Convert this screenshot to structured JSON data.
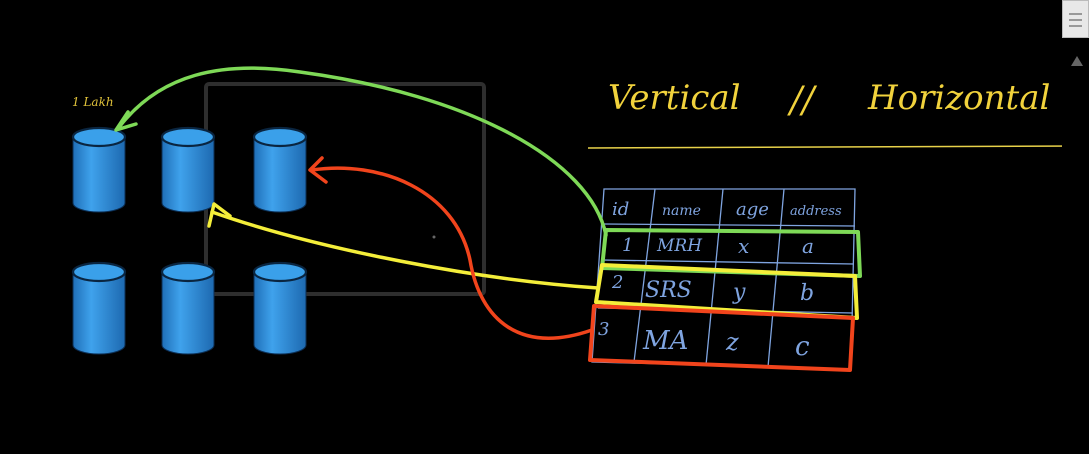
{
  "label_capacity": "1 Lakh",
  "heading": {
    "left": "Vertical",
    "separator": "//",
    "right": "Horizontal"
  },
  "table": {
    "headers": [
      "id",
      "name",
      "age",
      "address"
    ],
    "rows": [
      [
        "1",
        "MRH",
        "x",
        "a"
      ],
      [
        "2",
        "SRS",
        "y",
        "b"
      ],
      [
        "3",
        "MA",
        "z",
        "c"
      ]
    ]
  },
  "colors": {
    "background": "#000000",
    "cylinder": "#2f93e0",
    "table_ink": "#7fa4e0",
    "heading_ink": "#f1d23c",
    "arrow_row1": "#7ed957",
    "arrow_row2": "#f4ee3a",
    "arrow_row3": "#f1441c",
    "box": "#2e2e2e"
  }
}
